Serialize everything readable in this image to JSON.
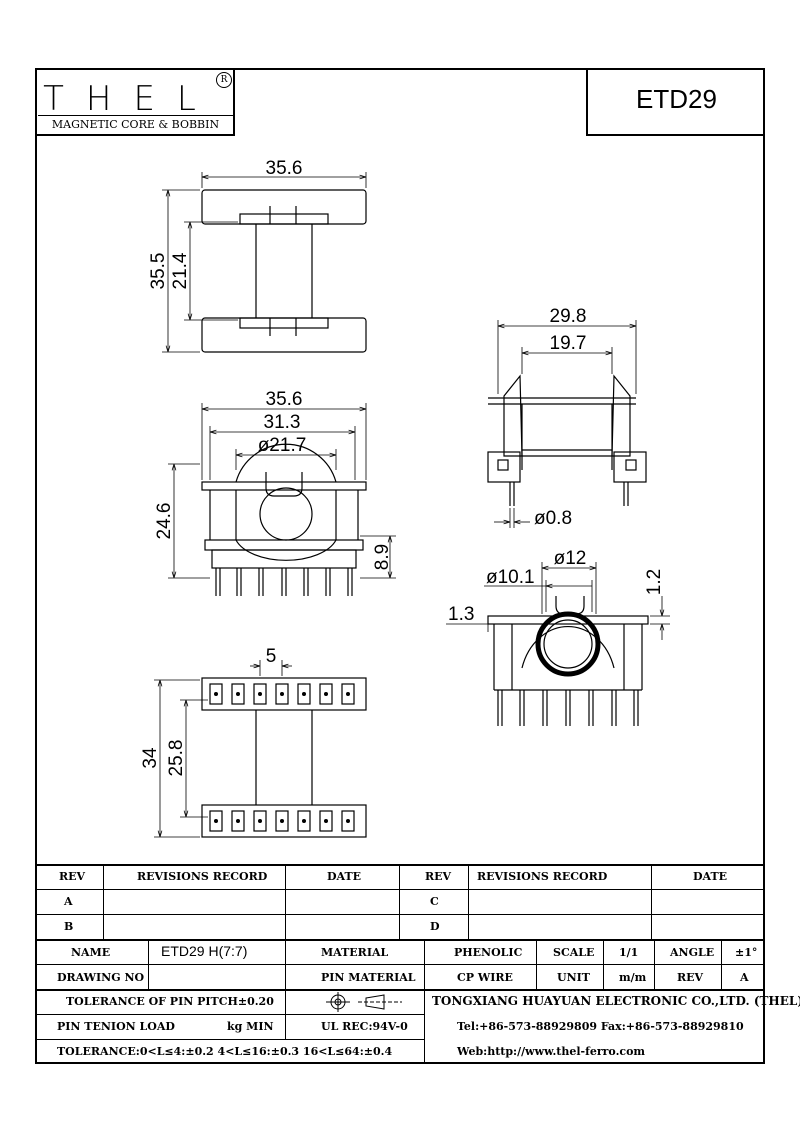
{
  "header": {
    "logo_word": "THEL",
    "logo_registered": "R",
    "logo_subtitle": "MAGNETIC CORE & BOBBIN",
    "model": "ETD29"
  },
  "dimensions": {
    "top_width": "35.6",
    "top_height_outer": "35.5",
    "top_height_inner": "21.4",
    "front_width": "35.6",
    "front_inner_width": "31.3",
    "front_bore": "ø21.7",
    "front_height": "24.6",
    "front_pin_height": "8.9",
    "side_width": "29.8",
    "side_inner_width": "19.7",
    "side_pin_dia": "ø0.8",
    "rear_outer_dia": "ø12",
    "rear_inner_dia": "ø10.1",
    "rear_offset": "1.3",
    "rear_gap": "1.2",
    "bottom_pitch": "5",
    "bottom_height_outer": "34",
    "bottom_height_inner": "25.8"
  },
  "title_block": {
    "rev_header": "REV",
    "revisions_record_header": "REVISIONS RECORD",
    "date_header": "DATE",
    "rev_header_right": "REV",
    "revisions_record_header_right": "REVISIONS RECORD",
    "date_header_right": "DATE",
    "rev_a": "A",
    "rev_b": "B",
    "rev_c": "C",
    "rev_d": "D",
    "name_label": "NAME",
    "name_value": "ETD29 H(7:7)",
    "material_label": "MATERIAL",
    "material_value": "PHENOLIC",
    "scale_label": "SCALE",
    "scale_value": "1/1",
    "angle_label": "ANGLE",
    "angle_value": "±1°",
    "drawing_no_label": "DRAWING NO",
    "pin_material_label": "PIN MATERIAL",
    "pin_material_value": "CP WIRE",
    "unit_label": "UNIT",
    "unit_value": "m/m",
    "rev_label": "REV",
    "rev_value": "A",
    "tolerance_pitch": "TOLERANCE OF PIN PITCH±0.20",
    "company": "TONGXIANG HUAYUAN ELECTRONIC CO.,LTD.  (THEL)",
    "pin_tension_label": "PIN TENION LOAD",
    "pin_tension_unit": "kg MIN",
    "ul_rec": "UL REC:94V-0",
    "tel_fax": "Tel:+86-573-88929809 Fax:+86-573-88929810",
    "tolerance_general": "TOLERANCE:0<L≤4:±0.2  4<L≤16:±0.3  16<L≤64:±0.4",
    "web": "Web:http://www.thel-ferro.com"
  }
}
